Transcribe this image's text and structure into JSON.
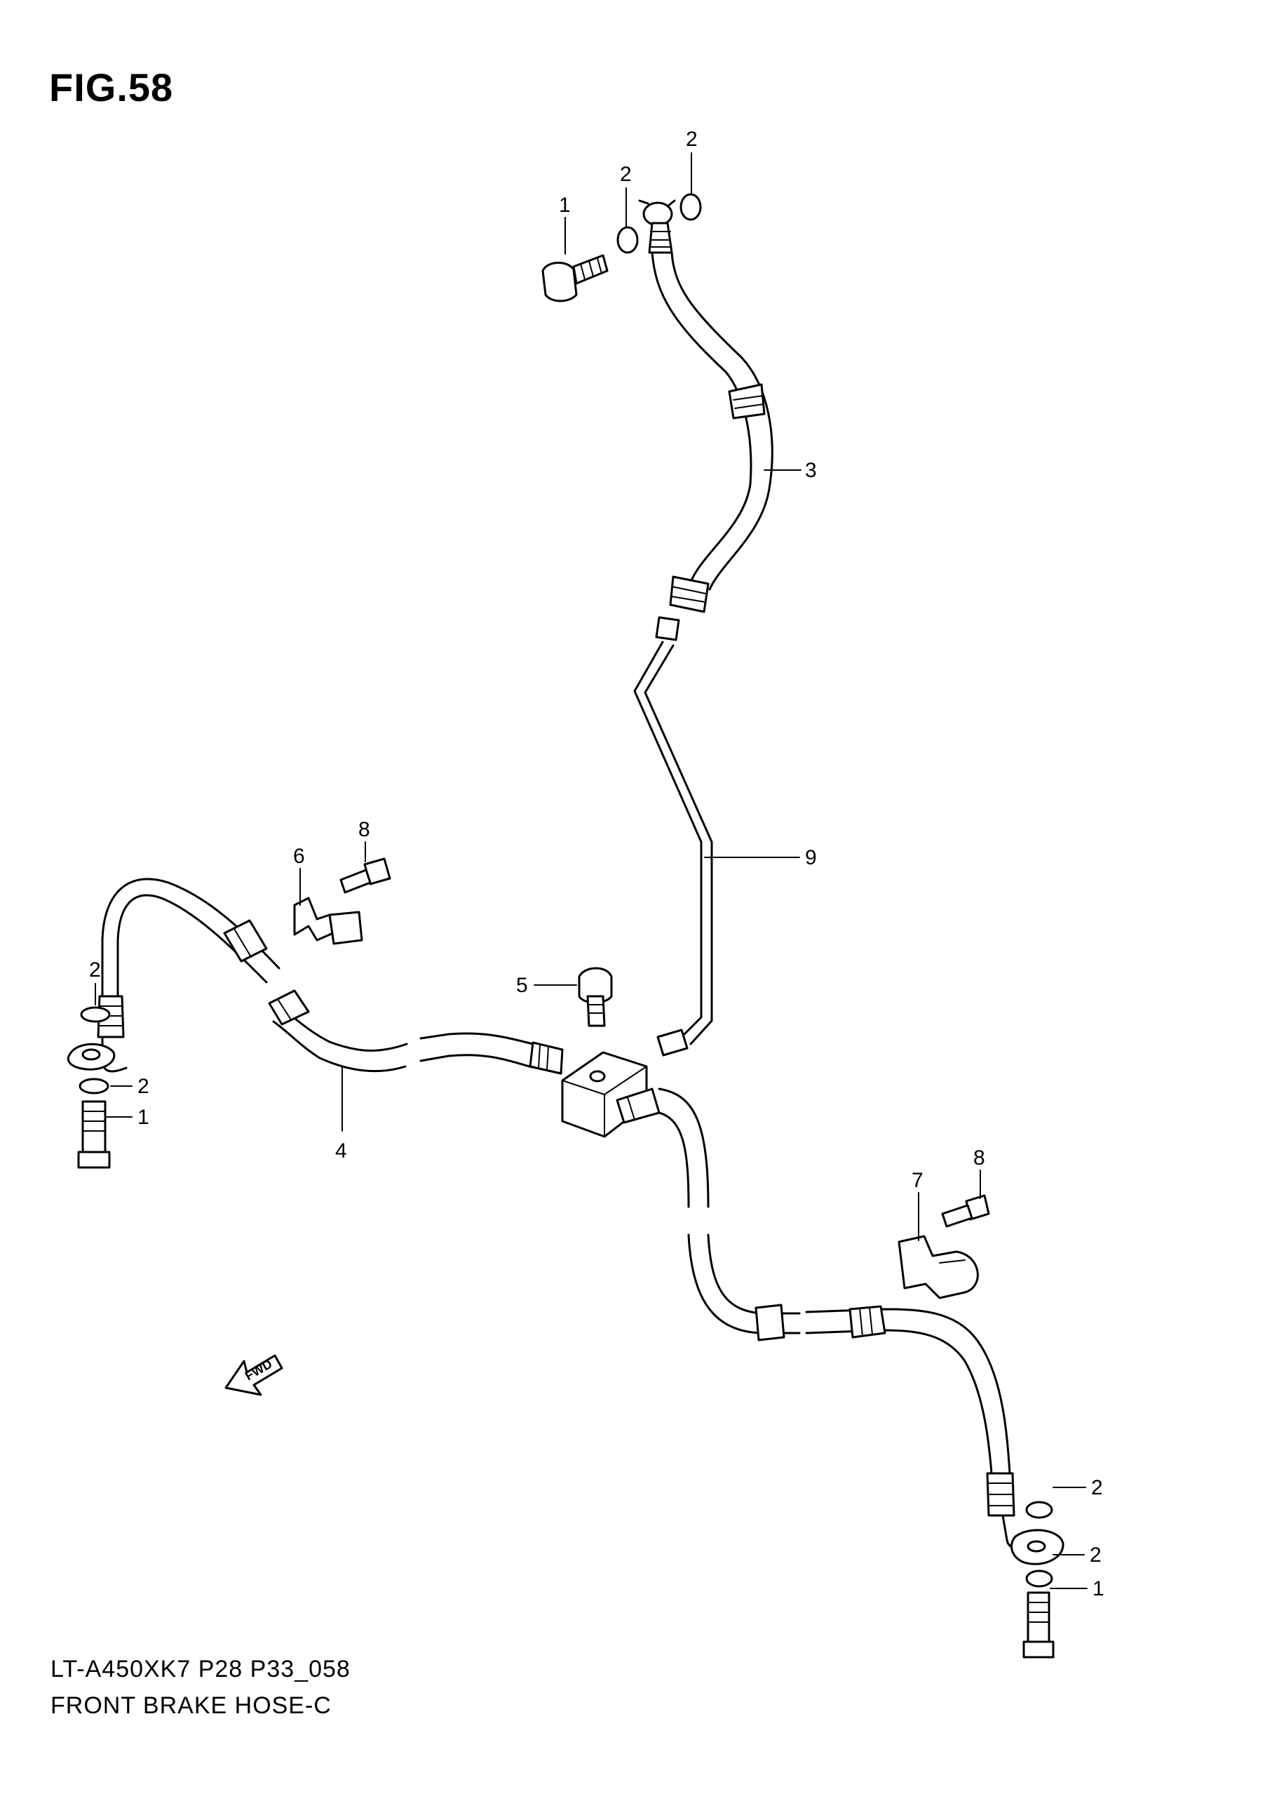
{
  "figure": {
    "title": "FIG.58",
    "model_code": "LT-A450XK7  P28  P33_058",
    "part_name": "FRONT BRAKE  HOSE-C",
    "direction_label": "FWD"
  },
  "callouts": [
    {
      "id": "c1-top",
      "label": "1"
    },
    {
      "id": "c2-top-left",
      "label": "2"
    },
    {
      "id": "c2-top-right",
      "label": "2"
    },
    {
      "id": "c3",
      "label": "3"
    },
    {
      "id": "c9",
      "label": "9"
    },
    {
      "id": "c6",
      "label": "6"
    },
    {
      "id": "c8-left",
      "label": "8"
    },
    {
      "id": "c5",
      "label": "5"
    },
    {
      "id": "c2-left-upper",
      "label": "2"
    },
    {
      "id": "c2-left-lower",
      "label": "2"
    },
    {
      "id": "c1-left",
      "label": "1"
    },
    {
      "id": "c4",
      "label": "4"
    },
    {
      "id": "c8-right",
      "label": "8"
    },
    {
      "id": "c7",
      "label": "7"
    },
    {
      "id": "c2-right-upper",
      "label": "2"
    },
    {
      "id": "c2-right-lower",
      "label": "2"
    },
    {
      "id": "c1-right",
      "label": "1"
    }
  ]
}
